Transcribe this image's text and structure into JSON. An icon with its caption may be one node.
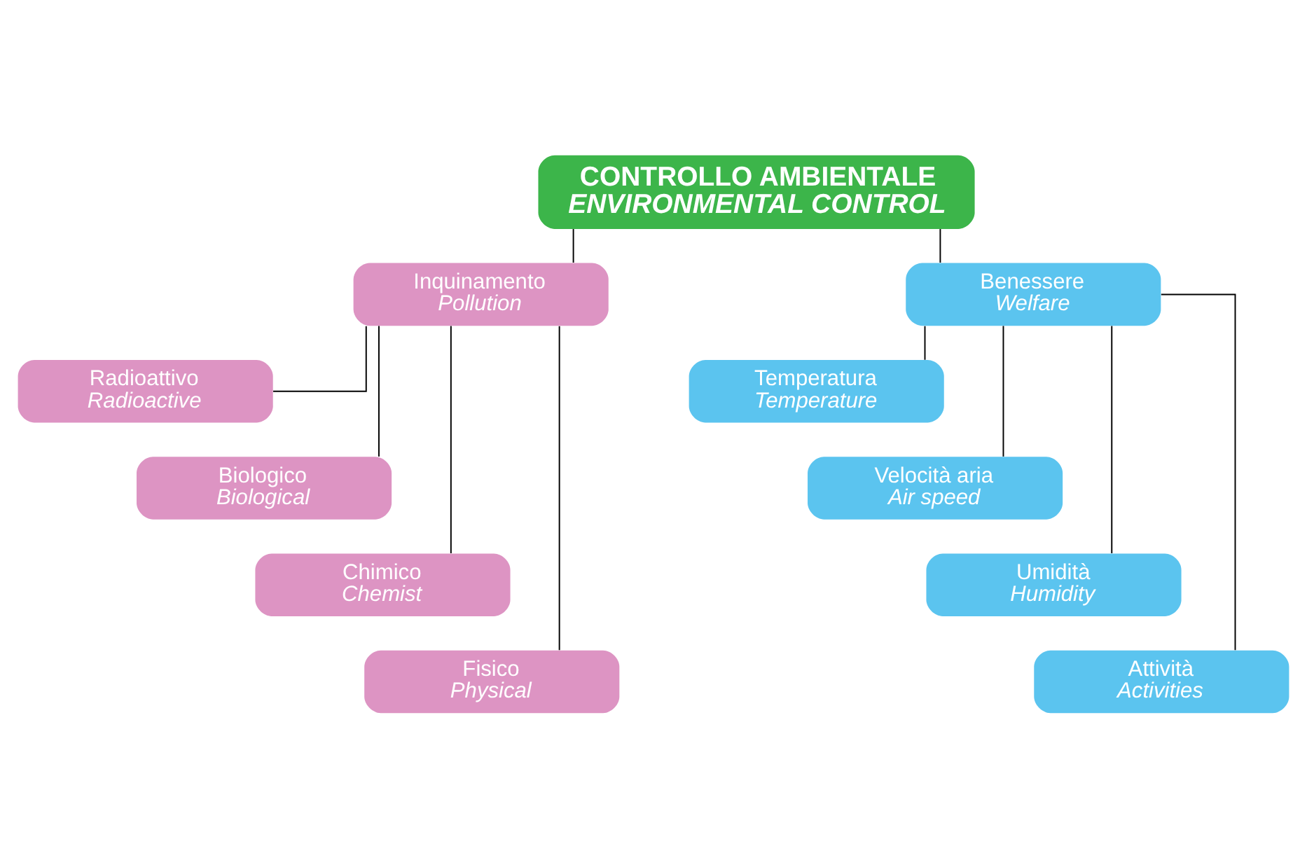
{
  "diagram": {
    "nodes": [
      {
        "text": [
          "CONTROLLO AMBIENTALE",
          "ENVIRONMENTAL CONTROL"
        ]
      },
      {
        "text": [
          "Inquinamento",
          "Pollution"
        ]
      },
      {
        "text": [
          "Radioattivo",
          "Radioactive"
        ]
      },
      {
        "text": [
          "Biologico",
          "Biological"
        ]
      },
      {
        "text": [
          "Chimico",
          "Chemist"
        ]
      },
      {
        "text": [
          "Fisico",
          "Physical"
        ]
      },
      {
        "text": [
          "Benessere",
          "Welfare"
        ]
      },
      {
        "text": [
          "Temperatura",
          "Temperature"
        ]
      },
      {
        "text": [
          "Velocità aria",
          "Air speed"
        ]
      },
      {
        "text": [
          "Umidità",
          "Humidity"
        ]
      },
      {
        "text": [
          "Attività",
          "Activities"
        ]
      }
    ],
    "edges": [
      {
        "from": 0,
        "to": 1,
        "arrow": "none"
      },
      {
        "from": 0,
        "to": 6,
        "arrow": "none"
      },
      {
        "from": 1,
        "to": 2,
        "arrow": "none"
      },
      {
        "from": 1,
        "to": 3,
        "arrow": "none"
      },
      {
        "from": 1,
        "to": 4,
        "arrow": "none"
      },
      {
        "from": 1,
        "to": 5,
        "arrow": "none"
      },
      {
        "from": 6,
        "to": 7,
        "arrow": "none"
      },
      {
        "from": 6,
        "to": 8,
        "arrow": "none"
      },
      {
        "from": 6,
        "to": 9,
        "arrow": "none"
      },
      {
        "from": 6,
        "to": 10,
        "arrow": "none"
      }
    ]
  }
}
